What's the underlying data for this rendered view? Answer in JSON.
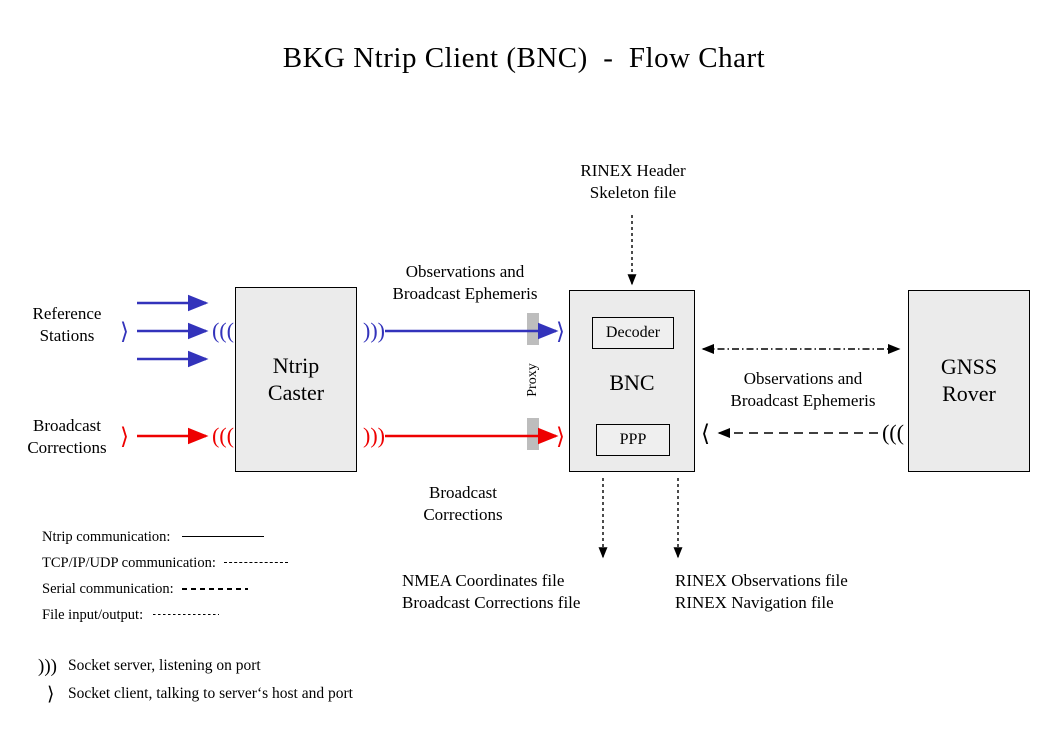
{
  "title": "BKG Ntrip Client (BNC)  -  Flow Chart",
  "colors": {
    "blue": "#3333bb",
    "red": "#ee0000",
    "box_fill": "#ebebeb",
    "sub_box_fill": "#efefef",
    "border": "#000000",
    "proxy_bar": "#bdbdbd"
  },
  "nodes": {
    "ntrip_caster": "Ntrip\nCaster",
    "bnc": "BNC",
    "gnss_rover": "GNSS\nRover",
    "decoder": "Decoder",
    "ppp": "PPP"
  },
  "labels": {
    "reference_stations": "Reference\nStations",
    "broadcast_corrections_left": "Broadcast\nCorrections",
    "observations_ephemeris_top": "Observations and\nBroadcast Ephemeris",
    "broadcast_corrections_mid": "Broadcast\nCorrections",
    "rinex_header": "RINEX Header\nSkeleton file",
    "observations_ephemeris_right": "Observations and\nBroadcast Ephemeris",
    "proxy": "Proxy",
    "nmea_files": "NMEA Coordinates file\nBroadcast Corrections file",
    "rinex_files": "RINEX Observations file\nRINEX Navigation file"
  },
  "legend": {
    "lines": [
      {
        "label": "Ntrip communication:",
        "style": "solid",
        "width": 82
      },
      {
        "label": "TCP/IP/UDP communication:",
        "style": "dashed",
        "width": 62
      },
      {
        "label": "Serial communication:",
        "style": "dashdot",
        "width": 62
      },
      {
        "label": "File input/output:",
        "style": "dotted",
        "width": 66
      }
    ],
    "sockets": [
      {
        "symbol": "socket-server-icon",
        "glyph": "⟩)))",
        "label": "Socket server, listening on port"
      },
      {
        "symbol": "socket-client-icon",
        "glyph": "⟩",
        "label": "Socket client, talking to server‘s host and port"
      }
    ]
  }
}
